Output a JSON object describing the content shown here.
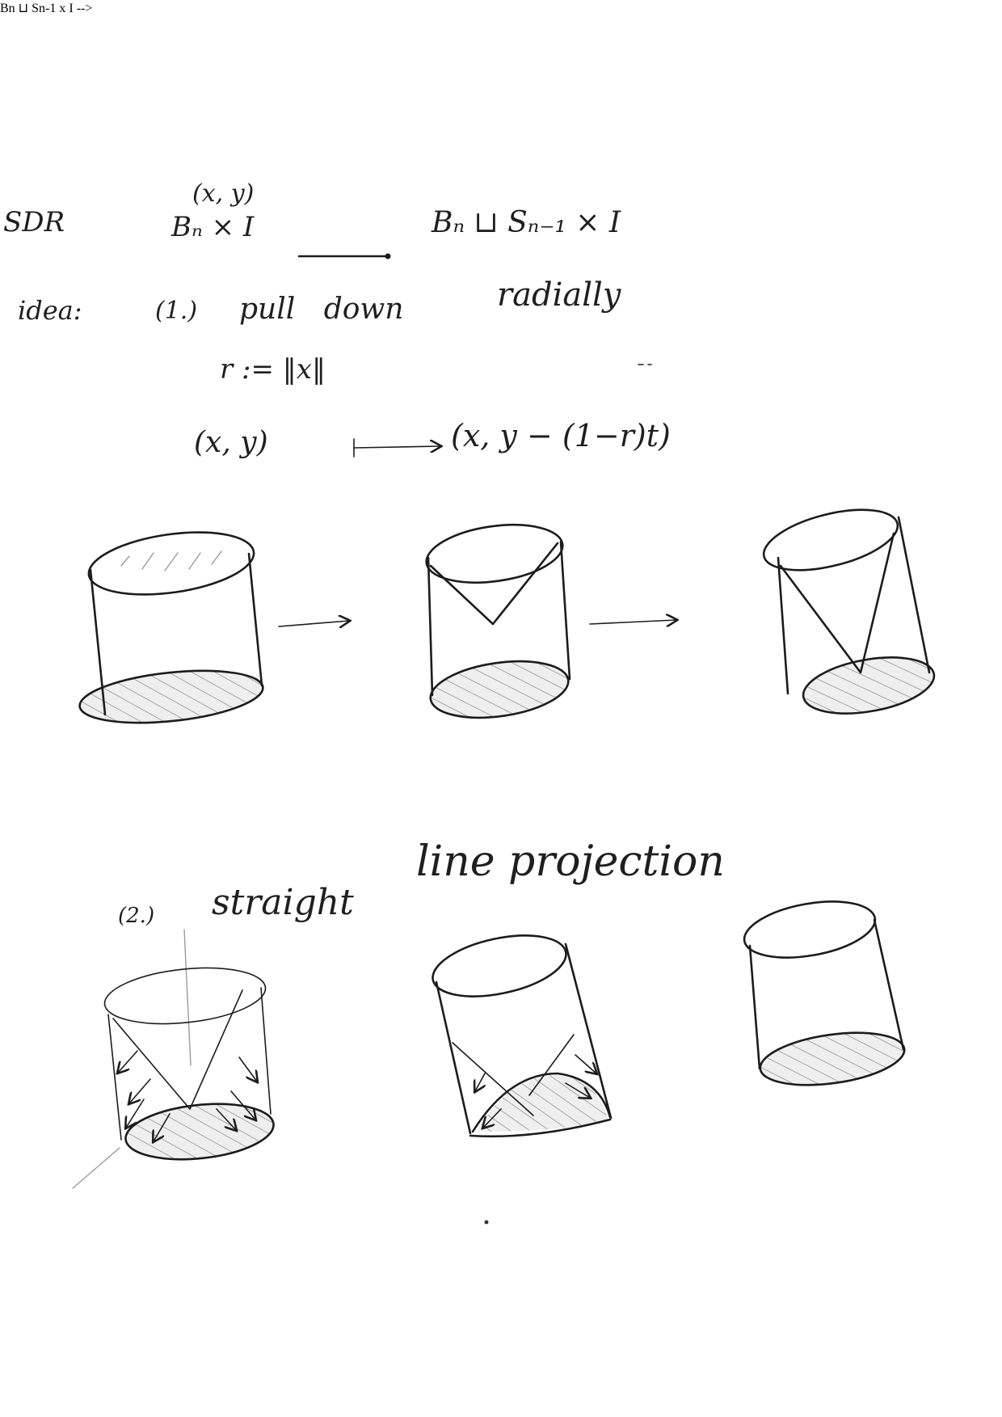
{
  "header": {
    "sdr": "SDR",
    "coords_label": "(x, y)",
    "domain": "Bₙ × I",
    "codomain": "Bₙ ⊔ Sₙ₋₁ × I"
  },
  "idea": {
    "label": "idea:",
    "step1_number": "(1.)",
    "step1_text": "pull down",
    "step1_text_2": "radially",
    "radius_def": "r := ‖x‖",
    "map_from": "(x, y)",
    "map_to": "(x, y − (1−r)t)"
  },
  "step2": {
    "number": "(2.)",
    "text": "straight",
    "text_2": "line projection"
  },
  "icons": {
    "arrow": "right-arrow-icon",
    "cylinder": "cylinder-sketch-icon"
  }
}
